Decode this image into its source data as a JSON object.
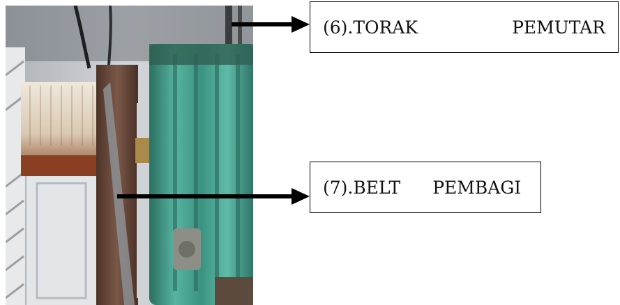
{
  "labels": {
    "piston": {
      "number": "(6).TORAK",
      "name": "PEMUTAR"
    },
    "belt": {
      "number": "(7).BELT",
      "name": "PEMBAGI"
    }
  },
  "colors": {
    "motor_green": "#3f9b8a",
    "pulley_brown": "#6a4a3c",
    "belt_grey": "#8a8e92",
    "wall_light": "#c9cdd2",
    "arrow": "#000000"
  }
}
